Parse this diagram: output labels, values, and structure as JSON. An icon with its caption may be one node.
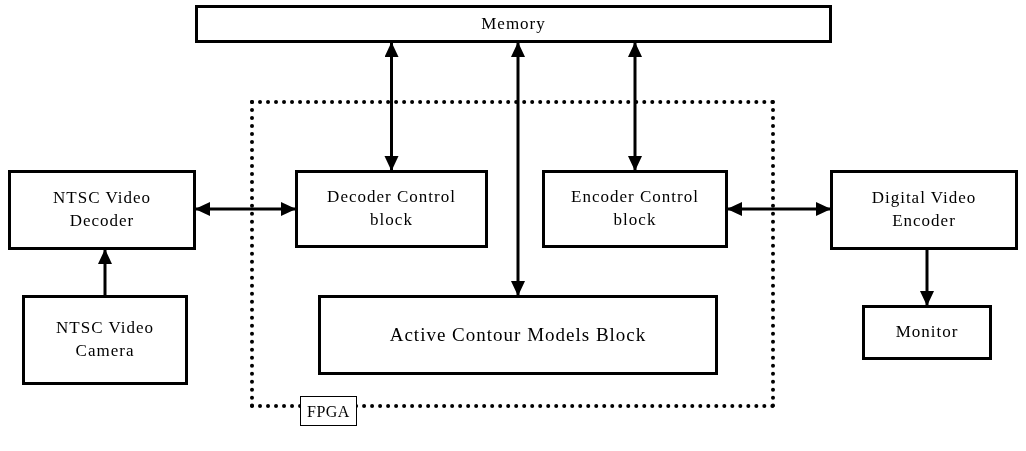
{
  "diagram": {
    "nodes": [
      {
        "text": [
          "Memory"
        ]
      },
      {
        "text": [
          "FPGA"
        ]
      },
      {
        "text": [
          "NTSC Video Decoder"
        ]
      },
      {
        "text": [
          "Decoder Control block"
        ],
        "in": 1
      },
      {
        "text": [
          "Encoder Control block"
        ],
        "in": 1
      },
      {
        "text": [
          "Active Contour Models Block"
        ],
        "in": 1
      },
      {
        "text": [
          "Digital Video Encoder"
        ]
      },
      {
        "text": [
          "NTSC Video Camera"
        ]
      },
      {
        "text": [
          "Monitor"
        ]
      }
    ],
    "edges": [
      {
        "from": 0,
        "to": 3,
        "arrow": "both"
      },
      {
        "from": 0,
        "to": 5,
        "arrow": "both"
      },
      {
        "from": 0,
        "to": 4,
        "arrow": "both"
      },
      {
        "from": 2,
        "to": 3,
        "arrow": "both"
      },
      {
        "from": 4,
        "to": 6,
        "arrow": "both"
      },
      {
        "from": 7,
        "to": 2,
        "arrow": "to"
      },
      {
        "from": 6,
        "to": 8,
        "arrow": "to"
      }
    ]
  }
}
